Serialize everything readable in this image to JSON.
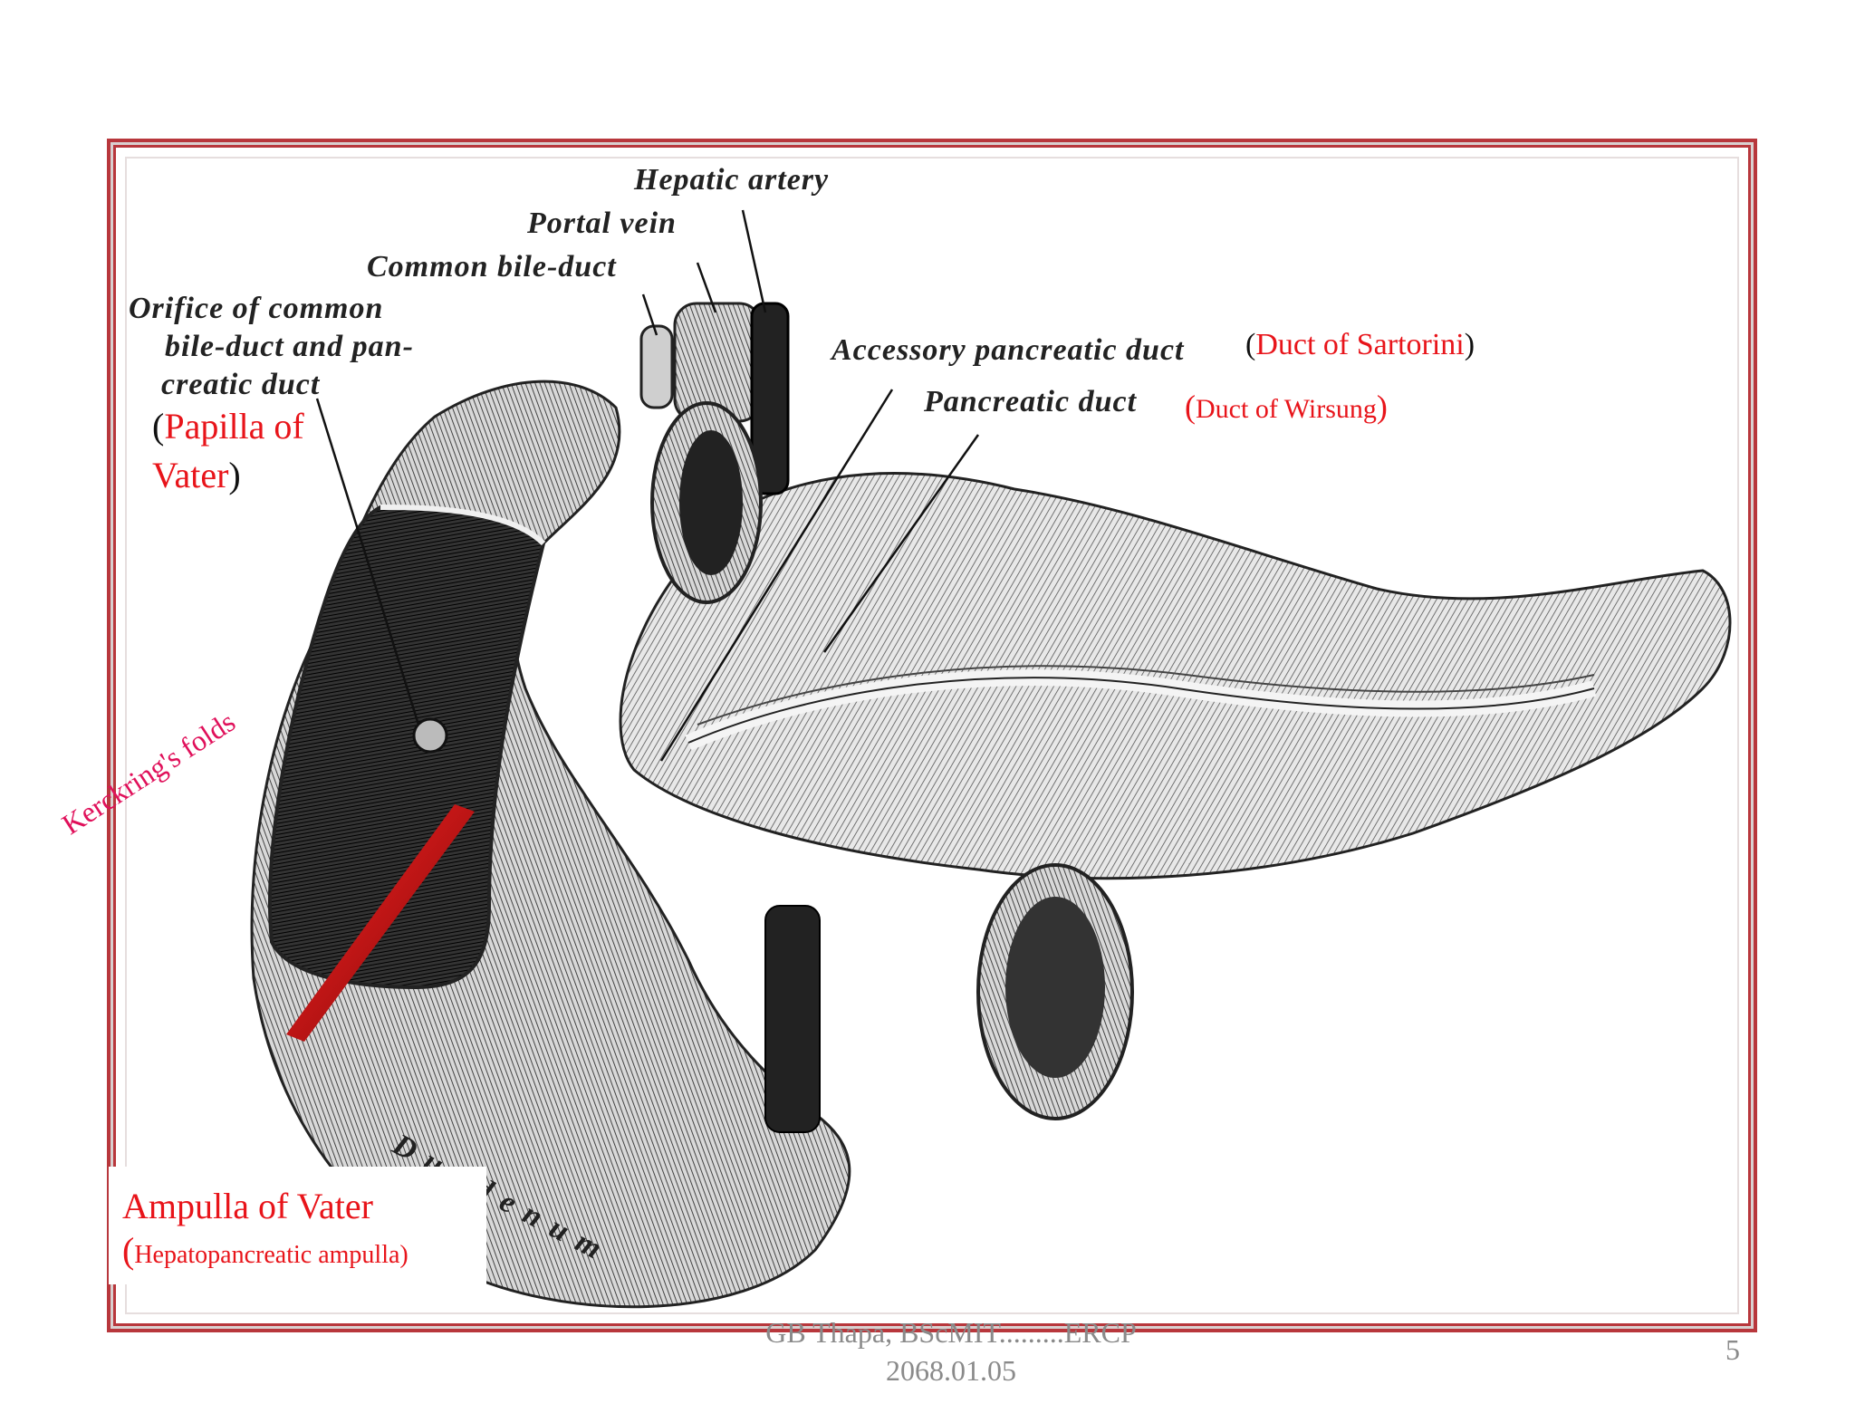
{
  "diagram": {
    "labels": {
      "hepatic_artery": "Hepatic artery",
      "portal_vein": "Portal vein",
      "common_bile_duct": "Common bile-duct",
      "orifice_line1": "Orifice of common",
      "orifice_line2": "bile-duct and pan-",
      "orifice_line3": "creatic duct",
      "accessory_duct": "Accessory pancreatic duct",
      "pancreatic_duct": "Pancreatic duct",
      "duodenum": "Duodenum"
    },
    "notes": {
      "papilla_open": "(",
      "papilla_text1": "Papilla of",
      "papilla_text2": "Vater",
      "papilla_close": ")",
      "sartorini_open": "(",
      "sartorini_text": "Duct of Sartorini",
      "sartorini_close": ")",
      "wirsung_open": "(",
      "wirsung_text": "Duct of  Wirsung",
      "wirsung_close": ")",
      "kerckring": "Kerckring's folds",
      "ampulla_title": "Ampulla of Vater",
      "ampulla_open": "(",
      "ampulla_sub": "Hepatopancreatic ampulla)"
    },
    "colors": {
      "frame": "#b8373c",
      "annotation_red": "#e8141a",
      "kerckring_pink": "#e0105a"
    }
  },
  "footer": {
    "line1": "GB Thapa, BScMIT.........ERCP",
    "line2": "2068.01.05",
    "page_number": "5"
  }
}
